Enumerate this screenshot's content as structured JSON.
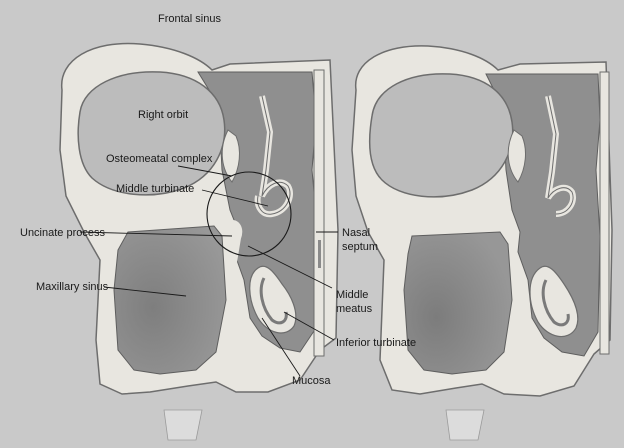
{
  "labels": {
    "frontal_sinus": "Frontal sinus",
    "right_orbit": "Right orbit",
    "osteomeatal_complex": "Osteomeatal complex",
    "middle_turbinate": "Middle turbinate",
    "uncinate_process": "Uncinate process",
    "nasal_septum_1": "Nasal",
    "nasal_septum_2": "septum",
    "maxillary_sinus": "Maxillary sinus",
    "middle_meatus_1": "Middle",
    "middle_meatus_2": "meatus",
    "inferior_turbinate": "Inferior turbinate",
    "mucosa": "Mucosa"
  },
  "colors": {
    "background": "#c9c9c9",
    "bone": "#e8e6e0",
    "bone_stroke": "#6d6d6d",
    "cavity": "#8f8f8f",
    "cavity_dark": "#7a7a7a",
    "orbit": "#b9b9b9",
    "label": "#1a1a1a"
  }
}
